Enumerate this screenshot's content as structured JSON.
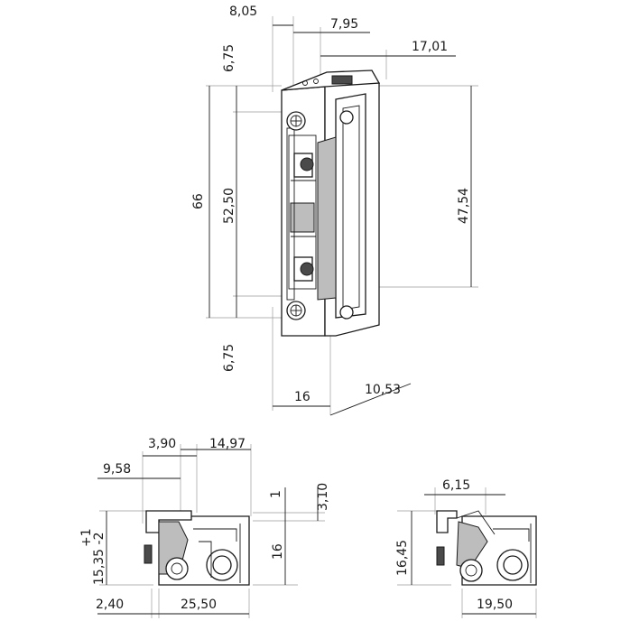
{
  "drawing": {
    "top_view": {
      "dim_top_left": "8,05",
      "dim_top_mid": "7,95",
      "dim_top_right": "17,01",
      "dim_left_top": "6,75",
      "dim_height_total": "66",
      "dim_height_inner": "52,50",
      "dim_left_bottom": "6,75",
      "dim_right_height": "47,54",
      "dim_bottom_width": "16",
      "dim_bottom_right": "10,53"
    },
    "side_view_left": {
      "dim_a": "3,90",
      "dim_b": "14,97",
      "dim_c": "9,58",
      "dim_d": "1",
      "dim_e": "3,10",
      "dim_f": "16",
      "dim_g_tol": "+1",
      "dim_g_val": "15,35 -2",
      "dim_h": "2,40",
      "dim_i": "25,50"
    },
    "side_view_right": {
      "dim_a": "6,15",
      "dim_b": "16,45",
      "dim_c": "19,50"
    }
  }
}
